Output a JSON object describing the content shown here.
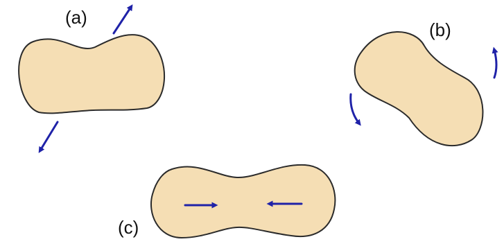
{
  "labels": {
    "a": "(a)",
    "b": "(b)",
    "c": "(c)"
  },
  "colors": {
    "body_fill": "#f5deb4",
    "body_stroke": "#2b2b2b",
    "arrow": "#1f22a8",
    "label": "#111111"
  }
}
